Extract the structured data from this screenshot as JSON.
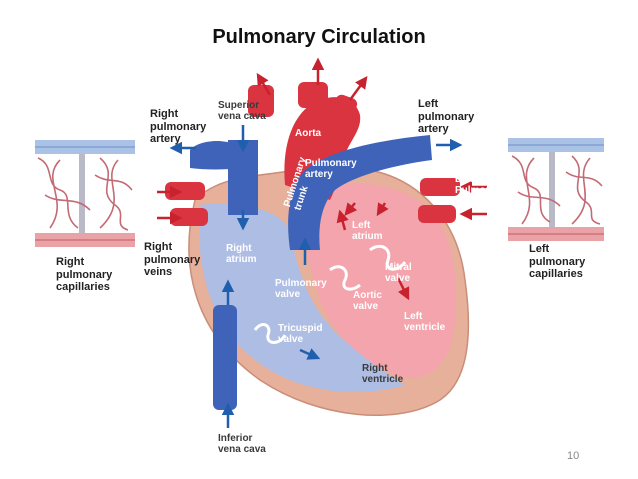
{
  "title": "Pulmonary Circulation",
  "page_number": "10",
  "labels": {
    "superior_vena_cava": [
      "Superior",
      "vena cava"
    ],
    "aorta": "Aorta",
    "pulmonary_artery": [
      "Pulmonary",
      "artery"
    ],
    "pulmonary_trunk": [
      "Pulmonary",
      "trunk"
    ],
    "right_atrium": [
      "Right",
      "atrium"
    ],
    "left_atrium": [
      "Left",
      "atrium"
    ],
    "pulmonary_valve": [
      "Pulmonary",
      "valve"
    ],
    "mitral_valve": [
      "Mitral",
      "valve"
    ],
    "aortic_valve": [
      "Aortic",
      "valve"
    ],
    "left_ventricle": [
      "Left",
      "ventricle"
    ],
    "tricuspid_valve": [
      "Tricuspid",
      "valve"
    ],
    "right_ventricle": [
      "Right",
      "ventricle"
    ],
    "inferior_vena_cava": [
      "Inferior",
      "vena cava"
    ],
    "left_pulmonary_veins": [
      "Left",
      "Pulmonary",
      "veins"
    ]
  },
  "side_labels": {
    "right_pulmonary_artery": [
      "Right",
      "pulmonary",
      "artery"
    ],
    "right_pulmonary_veins": [
      "Right",
      "pulmonary",
      "veins"
    ],
    "right_pulmonary_capillaries": [
      "Right",
      "pulmonary",
      "capillaries"
    ],
    "left_pulmonary_artery": [
      "Left",
      "pulmonary",
      "artery"
    ],
    "left_pulmonary_capillaries": [
      "Left",
      "pulmonary",
      "capillaries"
    ]
  },
  "colors": {
    "oxygenated": "#d9343f",
    "deoxygenated": "#3f63b8",
    "heart_wall": "#e7b09a",
    "left_chamber": "#f3a4ad",
    "right_chamber": "#aebde3",
    "arrow_red": "#c8222e",
    "arrow_blue": "#1f5fae"
  }
}
